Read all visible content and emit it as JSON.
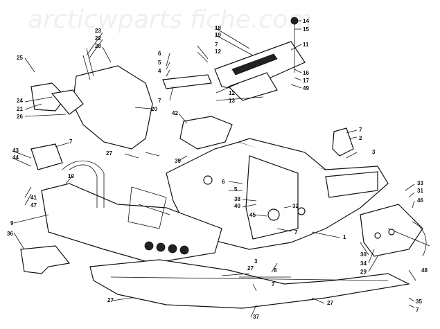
{
  "diagram": {
    "watermark": "arcticwparts fiche.com",
    "callouts": [
      {
        "id": "c1",
        "text": "1"
      },
      {
        "id": "c2",
        "text": "2"
      },
      {
        "id": "c3",
        "text": "3"
      },
      {
        "id": "c4",
        "text": "4"
      },
      {
        "id": "c5",
        "text": "5"
      },
      {
        "id": "c6",
        "text": "6"
      },
      {
        "id": "c7",
        "text": "7"
      },
      {
        "id": "c8",
        "text": "8"
      },
      {
        "id": "c9",
        "text": "9"
      },
      {
        "id": "c10",
        "text": "10"
      },
      {
        "id": "c11",
        "text": "11"
      },
      {
        "id": "c12",
        "text": "12"
      },
      {
        "id": "c13",
        "text": "13"
      },
      {
        "id": "c14",
        "text": "14"
      },
      {
        "id": "c15",
        "text": "15"
      },
      {
        "id": "c16",
        "text": "16"
      },
      {
        "id": "c17",
        "text": "17"
      },
      {
        "id": "c18",
        "text": "18"
      },
      {
        "id": "c19",
        "text": "19"
      },
      {
        "id": "c20",
        "text": "20"
      },
      {
        "id": "c21",
        "text": "21"
      },
      {
        "id": "c22",
        "text": "22"
      },
      {
        "id": "c23",
        "text": "23"
      },
      {
        "id": "c24",
        "text": "24"
      },
      {
        "id": "c25",
        "text": "25"
      },
      {
        "id": "c26",
        "text": "26"
      },
      {
        "id": "c27",
        "text": "27"
      },
      {
        "id": "c28",
        "text": "28"
      },
      {
        "id": "c29",
        "text": "29"
      },
      {
        "id": "c30",
        "text": "30"
      },
      {
        "id": "c31",
        "text": "31"
      },
      {
        "id": "c32",
        "text": "32"
      },
      {
        "id": "c33",
        "text": "33"
      },
      {
        "id": "c34",
        "text": "34"
      },
      {
        "id": "c35",
        "text": "35"
      },
      {
        "id": "c36",
        "text": "36"
      },
      {
        "id": "c37",
        "text": "37"
      },
      {
        "id": "c38",
        "text": "38"
      },
      {
        "id": "c39",
        "text": "39"
      },
      {
        "id": "c40",
        "text": "40"
      },
      {
        "id": "c41",
        "text": "41"
      },
      {
        "id": "c42",
        "text": "42"
      },
      {
        "id": "c43",
        "text": "43"
      },
      {
        "id": "c44",
        "text": "44"
      },
      {
        "id": "c45",
        "text": "45"
      },
      {
        "id": "c46",
        "text": "46"
      },
      {
        "id": "c47",
        "text": "47"
      },
      {
        "id": "c48",
        "text": "48"
      },
      {
        "id": "c49",
        "text": "49"
      }
    ]
  }
}
